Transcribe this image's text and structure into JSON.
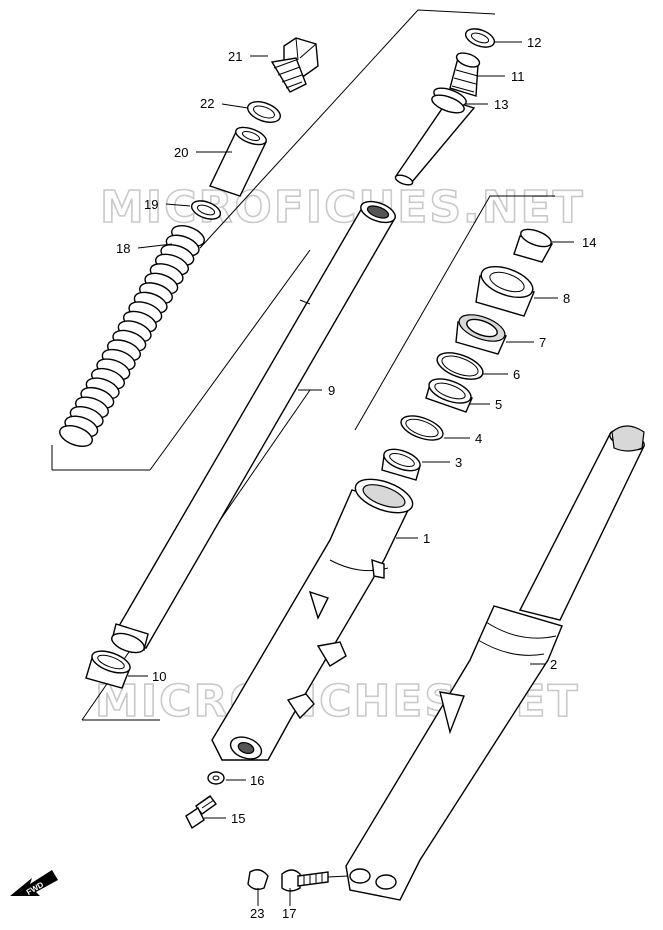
{
  "watermark": "MICROFICHES.NET",
  "fwd_label": "FWD",
  "callouts": {
    "p1": "1",
    "p2": "2",
    "p3": "3",
    "p4": "4",
    "p5": "5",
    "p6": "6",
    "p7": "7",
    "p8": "8",
    "p9": "9",
    "p10": "10",
    "p11": "11",
    "p12": "12",
    "p13": "13",
    "p14": "14",
    "p15": "15",
    "p16": "16",
    "p17": "17",
    "p18": "18",
    "p19": "19",
    "p20": "20",
    "p21": "21",
    "p22": "22",
    "p23": "23"
  }
}
